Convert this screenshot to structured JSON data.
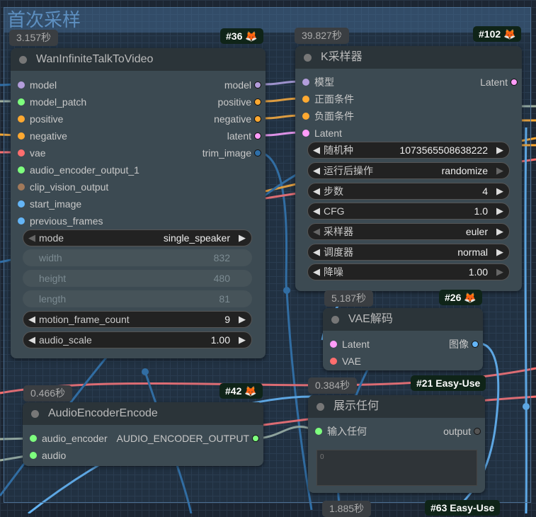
{
  "group": {
    "title": "首次采样"
  },
  "colors": {
    "model": "#b39ddb",
    "conditioning": "#ffa931",
    "latent": "#ff9cf9",
    "vae": "#ff6e6e",
    "green": "#7eff7e",
    "clip_vision": "#a1795a",
    "image": "#64b5f6"
  },
  "nodes": [
    {
      "key": "n36",
      "title": "WanInfiniteTalkToVideo",
      "time": "3.157秒",
      "badge": "#36 🦊",
      "inputs": [
        {
          "label": "model",
          "color": "#b39ddb"
        },
        {
          "label": "model_patch",
          "color": "#7eff7e"
        },
        {
          "label": "positive",
          "color": "#ffa931"
        },
        {
          "label": "negative",
          "color": "#ffa931"
        },
        {
          "label": "vae",
          "color": "#ff6e6e"
        },
        {
          "label": "audio_encoder_output_1",
          "color": "#7eff7e"
        },
        {
          "label": "clip_vision_output",
          "color": "#a1795a"
        },
        {
          "label": "start_image",
          "color": "#64b5f6"
        },
        {
          "label": "previous_frames",
          "color": "#64b5f6"
        }
      ],
      "outputs": [
        {
          "label": "model",
          "color": "#b39ddb"
        },
        {
          "label": "positive",
          "color": "#ffa931"
        },
        {
          "label": "negative",
          "color": "#ffa931"
        },
        {
          "label": "latent",
          "color": "#ff9cf9"
        },
        {
          "label": "trim_image",
          "color": "#2f6fa8"
        }
      ],
      "widgets": [
        {
          "label": "mode",
          "value": "single_speaker",
          "left_disabled": true
        },
        {
          "label": "width",
          "value": "832",
          "disabled": true
        },
        {
          "label": "height",
          "value": "480",
          "disabled": true
        },
        {
          "label": "length",
          "value": "81",
          "disabled": true
        },
        {
          "label": "motion_frame_count",
          "value": "9"
        },
        {
          "label": "audio_scale",
          "value": "1.00"
        }
      ]
    },
    {
      "key": "n102",
      "title": "K采样器",
      "time": "39.827秒",
      "badge": "#102 🦊",
      "inputs": [
        {
          "label": "模型",
          "color": "#b39ddb"
        },
        {
          "label": "正面条件",
          "color": "#ffa931"
        },
        {
          "label": "负面条件",
          "color": "#ffa931"
        },
        {
          "label": "Latent",
          "color": "#ff9cf9"
        }
      ],
      "outputs": [
        {
          "label": "Latent",
          "color": "#ff9cf9"
        }
      ],
      "widgets": [
        {
          "label": "随机种",
          "value": "1073565508638222"
        },
        {
          "label": "运行后操作",
          "value": "randomize",
          "right_disabled": true
        },
        {
          "label": "步数",
          "value": "4"
        },
        {
          "label": "CFG",
          "value": "1.0"
        },
        {
          "label": "采样器",
          "value": "euler",
          "left_disabled": true
        },
        {
          "label": "调度器",
          "value": "normal"
        },
        {
          "label": "降噪",
          "value": "1.00",
          "right_disabled": true
        }
      ]
    },
    {
      "key": "n26",
      "title": "VAE解码",
      "time": "5.187秒",
      "badge": "#26 🦊",
      "inputs": [
        {
          "label": "Latent",
          "color": "#ff9cf9"
        },
        {
          "label": "VAE",
          "color": "#ff6e6e"
        }
      ],
      "outputs": [
        {
          "label": "图像",
          "color": "#64b5f6"
        }
      ],
      "widgets": []
    },
    {
      "key": "n42",
      "title": "AudioEncoderEncode",
      "time": "0.466秒",
      "badge": "#42 🦊",
      "inputs": [
        {
          "label": "audio_encoder",
          "color": "#7eff7e"
        },
        {
          "label": "audio",
          "color": "#7eff7e"
        }
      ],
      "outputs": [
        {
          "label": "AUDIO_ENCODER_OUTPUT",
          "color": "#7eff7e"
        }
      ],
      "widgets": []
    },
    {
      "key": "n21",
      "title": "展示任何",
      "time": "0.384秒",
      "badge": "#21 Easy-Use",
      "inputs": [
        {
          "label": "输入任何",
          "color": "#7eff7e"
        }
      ],
      "outputs": [
        {
          "label": "output",
          "color": "#555"
        }
      ],
      "widgets": [],
      "text": "0"
    }
  ],
  "offscreen": {
    "time": "1.885秒",
    "badge": "#63 Easy-Use"
  }
}
